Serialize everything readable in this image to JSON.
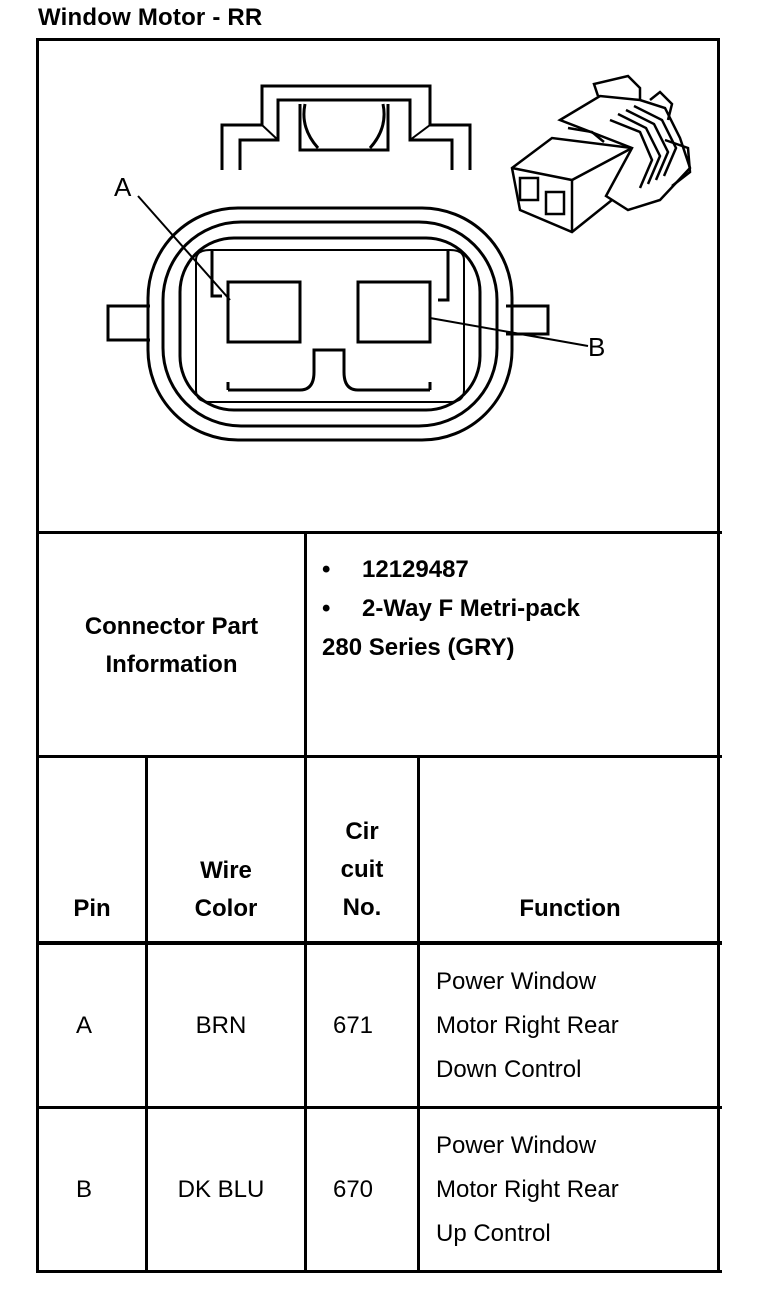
{
  "title": "Window Motor - RR",
  "diagram": {
    "label_a": "A",
    "label_b": "B"
  },
  "connector_info": {
    "label_line1": "Connector Part",
    "label_line2": "Information",
    "bullet1": "12129487",
    "bullet2": "2-Way F Metri-pack",
    "bullet2_cont": "280 Series (GRY)",
    "bullet_glyph": "•"
  },
  "table": {
    "headers": {
      "pin": "Pin",
      "wire_line1": "Wire",
      "wire_line2": "Color",
      "circuit_line1": "Cir",
      "circuit_line2": "cuit",
      "circuit_line3": "No.",
      "function": "Function"
    },
    "rows": [
      {
        "pin": "A",
        "wire": "BRN",
        "circuit": "671",
        "function_line1": "Power Window",
        "function_line2": "Motor Right Rear",
        "function_line3": "Down Control"
      },
      {
        "pin": "B",
        "wire": "DK BLU",
        "circuit": "670",
        "function_line1": "Power Window",
        "function_line2": "Motor Right Rear",
        "function_line3": "Up Control"
      }
    ]
  }
}
